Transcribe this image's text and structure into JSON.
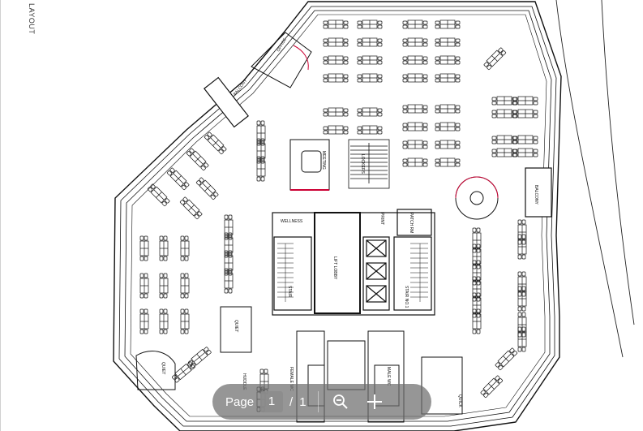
{
  "document": {
    "side_label": "LAYOUT",
    "room_labels": {
      "office": "OFFICE",
      "balcony": "BALCONY",
      "meeting": "MEETING",
      "lockers": "LOCKERS",
      "wellness": "WELLNESS",
      "print": "PRINT",
      "patch_rm": "PATCH RM",
      "lift_lobby": "LIFT LOBBY",
      "stair": "STAIR",
      "stair_no1": "STAIR NO.1",
      "quiet": "QUIET",
      "huddle": "HUDDLE",
      "female_wc": "FEMALE WC",
      "male_wc": "MALE WC",
      "quick": "QUICK"
    }
  },
  "toolbar": {
    "page_label": "Page",
    "current_page": "1",
    "separator": "/",
    "total_pages": "1",
    "zoom_out_icon": "zoom-out-icon",
    "zoom_in_icon": "zoom-in-icon"
  }
}
